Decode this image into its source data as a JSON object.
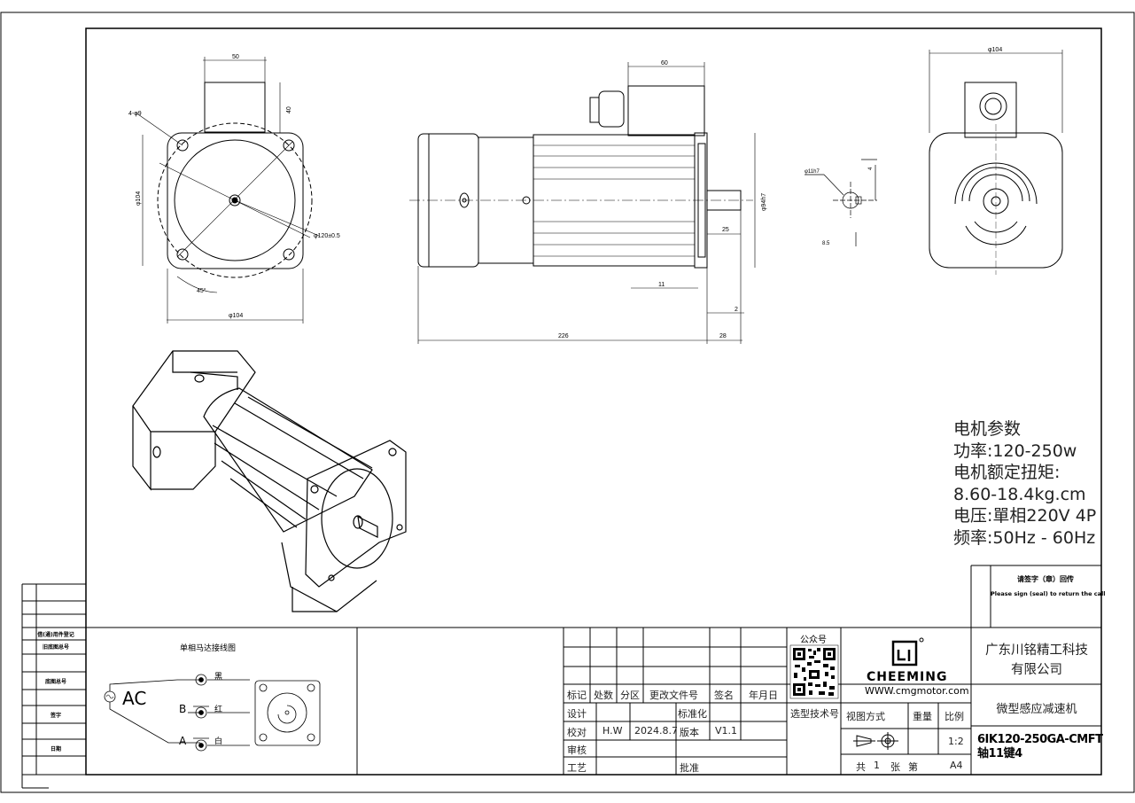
{
  "dimensions_front": {
    "top_width": "50",
    "hole_label": "4-φ9",
    "height_40": "40",
    "left_104": "φ104",
    "circle": "φ120±0.5",
    "angle": "45°",
    "bottom_104": "φ104"
  },
  "dimensions_side": {
    "top_60": "60",
    "shaft_dia": "φ94h7",
    "len_25": "25",
    "len_11": "11",
    "len_2": "2",
    "total_226": "226",
    "len_28": "28"
  },
  "dimensions_shaft": {
    "dia": "φ11h7",
    "key": "4",
    "depth": "8.5"
  },
  "dimensions_rear": {
    "top": "φ104"
  },
  "params": {
    "title": "电机参数",
    "power": "功率:120-250w",
    "torque_label": "电机额定扭矩:",
    "torque": "8.60-18.4kg.cm",
    "voltage": "电压:單相220V 4P",
    "freq": "频率:50Hz - 60Hz"
  },
  "sign": {
    "cn": "请签字（章）回传",
    "en": "Please sign (seal) to return the call"
  },
  "left_column": {
    "l1": "借(通)用件登记",
    "l2": "旧底图总号",
    "l3": "底图总号",
    "l4": "签字",
    "l5": "日期"
  },
  "wiring": {
    "title": "单相马达接线图",
    "ac": "AC",
    "black": "黑",
    "red": "红",
    "white": "白",
    "b": "B",
    "a": "A"
  },
  "title_block": {
    "qr_label": "公众号",
    "brand": "CHEEMING",
    "url": "WWW.cmgmotor.com",
    "company": "广东川铭精工科技有限公司",
    "company_l1": "广东川铭精工科技",
    "company_l2": "有限公司",
    "product": "微型感应减速机",
    "model_l1": "6IK120-250GA-CMFT",
    "model_l2": "轴11键4",
    "hdr_mark": "标记",
    "hdr_count": "处数",
    "hdr_zone": "分区",
    "hdr_doc": "更改文件号",
    "hdr_sign": "签名",
    "hdr_date": "年月日",
    "design": "设计",
    "standard": "标准化",
    "check": "校对",
    "checker": "H.W",
    "check_date": "2024.8.7",
    "version_lbl": "版本",
    "version": "V1.1",
    "review": "审核",
    "process": "工艺",
    "approve": "批准",
    "select_tech": "选型技术号",
    "view": "视图方式",
    "weight": "重量",
    "scale_lbl": "比例",
    "scale": "1:2",
    "total": "共",
    "total_n": "1",
    "sheets": "张",
    "sheet_no": "第",
    "paper": "A4"
  }
}
